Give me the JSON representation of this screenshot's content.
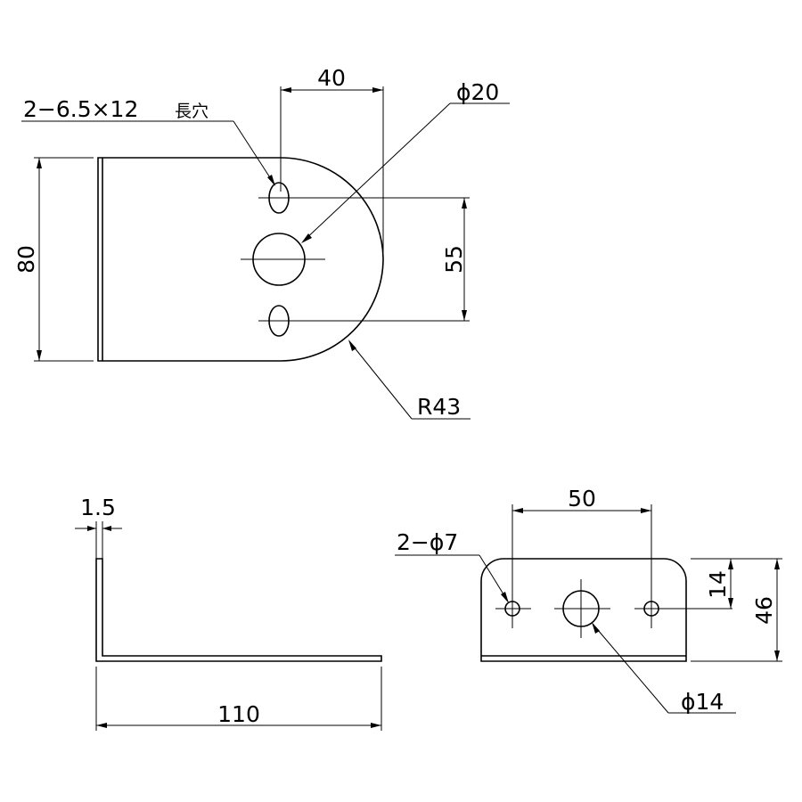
{
  "front_view": {
    "dim_width": "40",
    "dim_height": "80",
    "dim_hole_pitch": "55",
    "dim_radius": "R43",
    "hole_center_label": "ϕ20",
    "slot_note_prefix": "2−6.5×12",
    "slot_note_suffix": "長穴"
  },
  "side_view": {
    "dim_thickness": "1.5",
    "dim_length": "110"
  },
  "bottom_view": {
    "dim_hole_pitch": "50",
    "dim_height": "46",
    "dim_hole_offset": "14",
    "small_holes_label": "2−ϕ7",
    "center_hole_label": "ϕ14"
  }
}
